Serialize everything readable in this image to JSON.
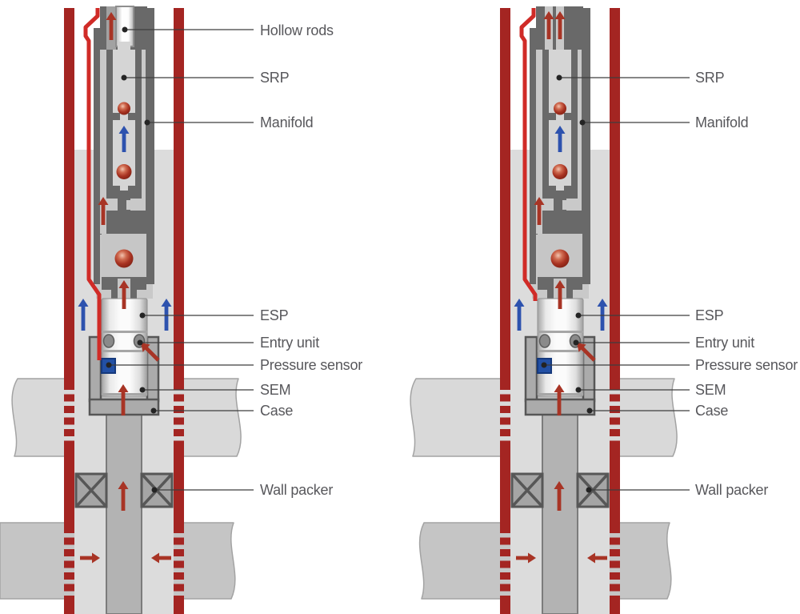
{
  "panels": [
    {
      "id": "scheme-with-hollow-rods",
      "labels": [
        {
          "text": "Hollow rods"
        },
        {
          "text": "SRP"
        },
        {
          "text": "Manifold"
        },
        {
          "text": "ESP"
        },
        {
          "text": "Entry unit"
        },
        {
          "text": "Pressure sensor"
        },
        {
          "text": "SEM"
        },
        {
          "text": "Case"
        },
        {
          "text": "Wall packer"
        }
      ]
    },
    {
      "id": "scheme-dual-channel",
      "labels": [
        {
          "text": "SRP"
        },
        {
          "text": "Manifold"
        },
        {
          "text": "ESP"
        },
        {
          "text": "Entry unit"
        },
        {
          "text": "Pressure sensor"
        },
        {
          "text": "SEM"
        },
        {
          "text": "Case"
        },
        {
          "text": "Wall packer"
        }
      ]
    }
  ],
  "colors": {
    "casing_red": "#a42522",
    "capillary_red": "#d02b27",
    "arrow_red": "#a83425",
    "arrow_blue": "#2d52ae",
    "wall_dark": "#696969",
    "tube_light": "#c9c9c9",
    "barrel_light": "#d5d5d5",
    "chamber_light": "#c6c6c6",
    "fluid": "#dcdcdc",
    "band_upper": "#d9d9d9",
    "band_lower": "#c5c5c5",
    "band_edge": "#a3a3a3",
    "case_gray": "#ababab",
    "case_inner": "#bdbdbd",
    "case_edge": "#565656",
    "tubing_gray": "#b3b3b3",
    "tubing_edge": "#7c7c7c",
    "packer_gray": "#a5a5a5",
    "packer_edge": "#575757",
    "esp_edge": "#919191",
    "esp_divider": "#a6a6a6",
    "rod_channel": "#a2a2a2",
    "port_gray": "#8a8a8a",
    "port_edge": "#5d5d5d",
    "sensor_blue": "#2250a5",
    "sensor_edge": "#15397c",
    "leader": "#3e3e3e",
    "dot": "#242424",
    "label_text": "#57575b"
  }
}
